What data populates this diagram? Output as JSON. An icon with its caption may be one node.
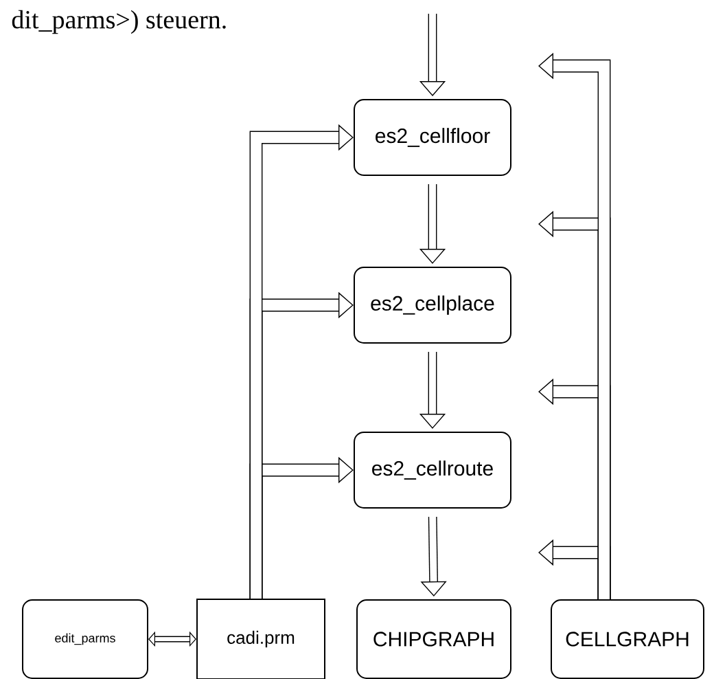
{
  "diagram": {
    "nodes": [
      {
        "text": [
          "es2_cellfloor"
        ]
      },
      {
        "text": [
          "es2_cellplace"
        ]
      },
      {
        "text": [
          "es2_cellroute"
        ]
      },
      {
        "text": [
          "edit_parms"
        ]
      },
      {
        "text": [
          "cadi.prm"
        ]
      },
      {
        "text": [
          "CHIPGRAPH"
        ]
      },
      {
        "text": [
          "CELLGRAPH"
        ]
      }
    ],
    "edges": [
      {
        "from": null,
        "to": 0,
        "arrow": "to"
      },
      {
        "from": 0,
        "to": 1,
        "arrow": "to"
      },
      {
        "from": 1,
        "to": 2,
        "arrow": "to"
      },
      {
        "from": 2,
        "to": 5,
        "arrow": "to"
      },
      {
        "from": 4,
        "to": 0,
        "arrow": "to"
      },
      {
        "from": 4,
        "to": 1,
        "arrow": "to"
      },
      {
        "from": 4,
        "to": 2,
        "arrow": "to"
      },
      {
        "from": 3,
        "to": 4,
        "arrow": "both"
      },
      {
        "from": 6,
        "to": null,
        "arrow": "to"
      },
      {
        "from": 6,
        "to": null,
        "arrow": "to"
      },
      {
        "from": 6,
        "to": null,
        "arrow": "to"
      },
      {
        "from": 6,
        "to": null,
        "arrow": "to"
      }
    ],
    "labels": [
      "dit_parms>) steuern."
    ]
  }
}
